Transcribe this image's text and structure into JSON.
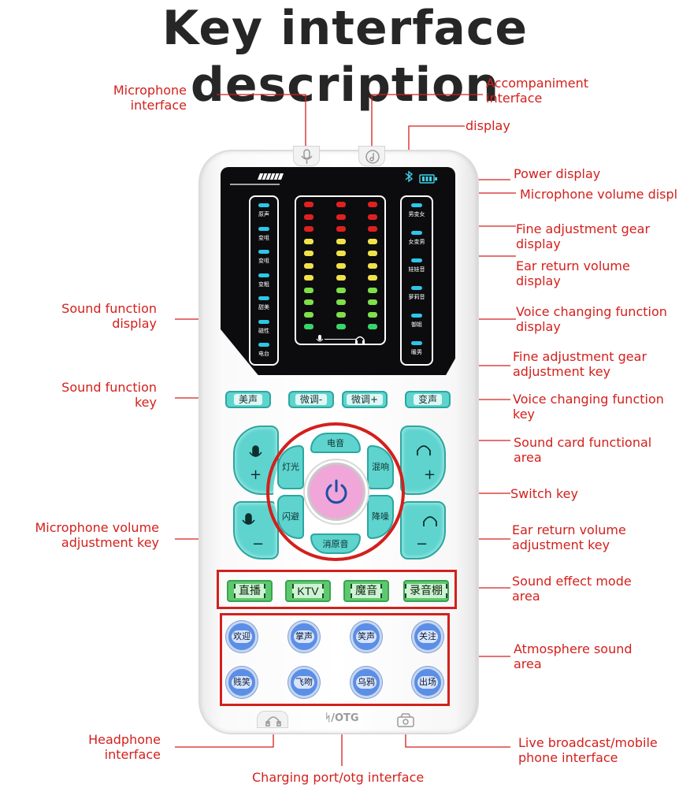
{
  "title": "Key interface description",
  "labels": {
    "mic_interface": [
      "Microphone",
      "interface"
    ],
    "accomp_interface": [
      "Accompaniment",
      "interface"
    ],
    "display": "display",
    "power_display": "Power display",
    "mic_volume_display": "Microphone volume displ",
    "fine_gear_display": [
      "Fine adjustment gear",
      "display"
    ],
    "ear_return_display": [
      "Ear return volume",
      "display"
    ],
    "sound_function_display": [
      "Sound function",
      "display"
    ],
    "voice_change_display": [
      "Voice changing function",
      "display"
    ],
    "fine_gear_key": [
      "Fine adjustment gear",
      "adjustment key"
    ],
    "sound_function_key": [
      "Sound function",
      "key"
    ],
    "voice_change_key": [
      "Voice changing function",
      "key"
    ],
    "sound_card_area": [
      "Sound card functional",
      "area"
    ],
    "switch_key": "Switch key",
    "mic_volume_key": [
      "Microphone volume",
      "adjustment key"
    ],
    "ear_return_key": [
      "Ear return volume",
      "adjustment key"
    ],
    "sound_effect_area": [
      "Sound effect mode",
      "area"
    ],
    "atmosphere_area": [
      "Atmosphere sound",
      "area"
    ],
    "headphone_interface": [
      "Headphone",
      "interface"
    ],
    "live_interface": [
      "Live broadcast/mobile",
      "phone interface"
    ],
    "charging_port": "Charging port/otg interface"
  },
  "device": {
    "screen_left_labels": [
      "原声",
      "变咀",
      "变咀",
      "变粗",
      "甜美",
      "磁性",
      "电台"
    ],
    "screen_right_labels": [
      "男变女",
      "女变男",
      "娃娃音",
      "萝莉音",
      "御姐",
      "暖男"
    ],
    "top_keys": [
      "美声",
      "微调-",
      "微调+",
      "变声"
    ],
    "ring_keys": {
      "top": "电音",
      "upper_left": "灯光",
      "upper_right": "混响",
      "lower_left": "闪避",
      "lower_right": "降噪",
      "bottom": "消原音"
    },
    "mode_keys": [
      "直播",
      "KTV",
      "魔音",
      "录音棚"
    ],
    "atmosphere_keys": [
      "欢迎",
      "掌声",
      "笑声",
      "关注",
      "贱笑",
      "飞吻",
      "乌鸦",
      "出场"
    ],
    "otg_text": "ᛋ/OTG"
  },
  "colors": {
    "label": "#d3201c",
    "teal_key": "#5fd4cf",
    "green_key": "#5dc96f",
    "blue_key": "#5b8ee6",
    "power_key": "#f0a6d8"
  }
}
